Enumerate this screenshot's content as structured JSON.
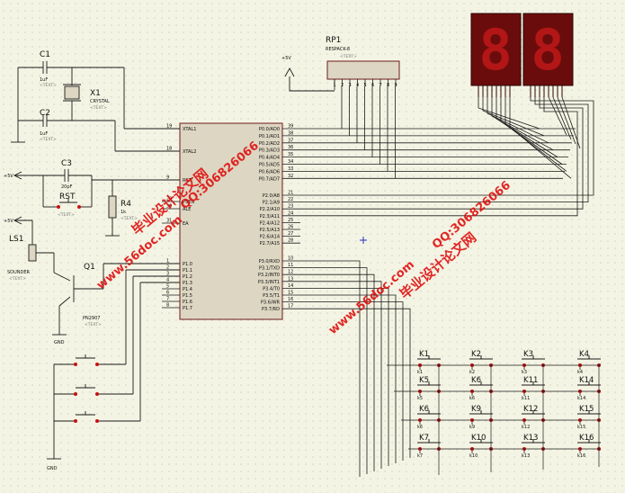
{
  "seg_digits": [
    "8",
    "8"
  ],
  "rp1": {
    "ref": "RP1",
    "value": "RESPACK-8",
    "text": "<TEXT>",
    "pins": [
      "1",
      "2",
      "3",
      "4",
      "5",
      "6",
      "7",
      "8",
      "9"
    ]
  },
  "power_label": "+5V",
  "c1": {
    "ref": "C1",
    "value": "1uF",
    "text": "<TEXT>"
  },
  "c2": {
    "ref": "C2",
    "value": "1uF",
    "text": "<TEXT>"
  },
  "c3": {
    "ref": "C3",
    "value": "20pF",
    "text": "<TEXT>"
  },
  "x1": {
    "ref": "X1",
    "value": "CRYSTAL",
    "text": "<TEXT>"
  },
  "rst": {
    "ref": "RST",
    "text": "<TEXT>"
  },
  "r4": {
    "ref": "R4",
    "value": "1k",
    "text": "<TEXT>"
  },
  "ls1": {
    "ref": "LS1",
    "value": "SOUNDER",
    "text": "<TEXT>"
  },
  "q1": {
    "ref": "Q1",
    "value": "PN2907",
    "text": "<TEXT>"
  },
  "gnd_label": "GND",
  "mcu": {
    "left_pins": [
      {
        "num": "19",
        "name": "XTAL1"
      },
      {
        "num": "18",
        "name": "XTAL2"
      },
      {
        "num": "9",
        "name": "RST"
      },
      {
        "num": "29",
        "name": "PSEN"
      },
      {
        "num": "30",
        "name": "ALE"
      },
      {
        "num": "31",
        "name": "EA"
      },
      {
        "num": "1",
        "name": "P1.0"
      },
      {
        "num": "2",
        "name": "P1.1"
      },
      {
        "num": "3",
        "name": "P1.2"
      },
      {
        "num": "4",
        "name": "P1.3"
      },
      {
        "num": "5",
        "name": "P1.4"
      },
      {
        "num": "6",
        "name": "P1.5"
      },
      {
        "num": "7",
        "name": "P1.6"
      },
      {
        "num": "8",
        "name": "P1.7"
      }
    ],
    "right_pins": [
      {
        "num": "39",
        "name": "P0.0/AD0"
      },
      {
        "num": "38",
        "name": "P0.1/AD1"
      },
      {
        "num": "37",
        "name": "P0.2/AD2"
      },
      {
        "num": "36",
        "name": "P0.3/AD3"
      },
      {
        "num": "35",
        "name": "P0.4/AD4"
      },
      {
        "num": "34",
        "name": "P0.5/AD5"
      },
      {
        "num": "33",
        "name": "P0.6/AD6"
      },
      {
        "num": "32",
        "name": "P0.7/AD7"
      },
      {
        "num": "21",
        "name": "P2.0/A8"
      },
      {
        "num": "22",
        "name": "P2.1/A9"
      },
      {
        "num": "23",
        "name": "P2.2/A10"
      },
      {
        "num": "24",
        "name": "P2.3/A11"
      },
      {
        "num": "25",
        "name": "P2.4/A12"
      },
      {
        "num": "26",
        "name": "P2.5/A13"
      },
      {
        "num": "27",
        "name": "P2.6/A14"
      },
      {
        "num": "28",
        "name": "P2.7/A15"
      },
      {
        "num": "10",
        "name": "P3.0/RXD"
      },
      {
        "num": "11",
        "name": "P3.1/TXD"
      },
      {
        "num": "12",
        "name": "P3.2/INT0"
      },
      {
        "num": "13",
        "name": "P3.3/INT1"
      },
      {
        "num": "14",
        "name": "P3.4/T0"
      },
      {
        "num": "15",
        "name": "P3.5/T1"
      },
      {
        "num": "16",
        "name": "P3.6/WR"
      },
      {
        "num": "17",
        "name": "P3.7/RD"
      }
    ]
  },
  "keys": [
    {
      "ref": "K1",
      "sub": "k1"
    },
    {
      "ref": "K2",
      "sub": "k2"
    },
    {
      "ref": "K3",
      "sub": "k3"
    },
    {
      "ref": "K4",
      "sub": "k4"
    },
    {
      "ref": "K5",
      "sub": "k5"
    },
    {
      "ref": "K6",
      "sub": "k6"
    },
    {
      "ref": "K11",
      "sub": "k11"
    },
    {
      "ref": "K14",
      "sub": "k14"
    },
    {
      "ref": "K6",
      "sub": "k6"
    },
    {
      "ref": "K9",
      "sub": "k9"
    },
    {
      "ref": "K12",
      "sub": "k12"
    },
    {
      "ref": "K15",
      "sub": "k15"
    },
    {
      "ref": "K7",
      "sub": "k7"
    },
    {
      "ref": "K10",
      "sub": "k10"
    },
    {
      "ref": "K13",
      "sub": "k13"
    },
    {
      "ref": "K16",
      "sub": "k16"
    }
  ],
  "watermarks": {
    "title": "毕业设计论文网",
    "site": "www.56doc.com",
    "qq": "QQ:306826066"
  }
}
